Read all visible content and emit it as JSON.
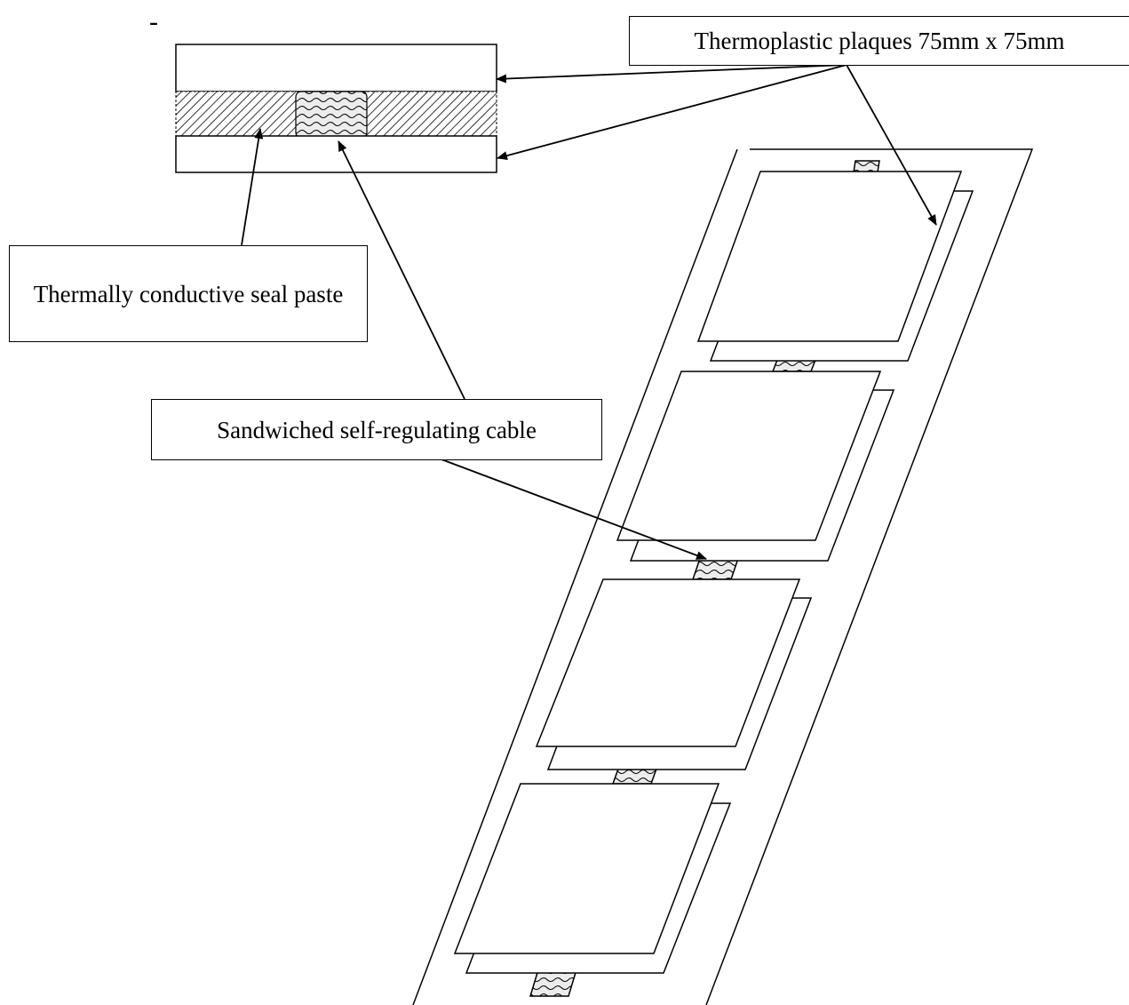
{
  "stray_mark": "-",
  "labels": {
    "plaques": "Thermoplastic plaques 75mm x 75mm",
    "paste": "Thermally conductive seal paste",
    "cable": "Sandwiched self-regulating cable"
  },
  "colors": {
    "stroke": "#000000",
    "background": "#ffffff"
  }
}
